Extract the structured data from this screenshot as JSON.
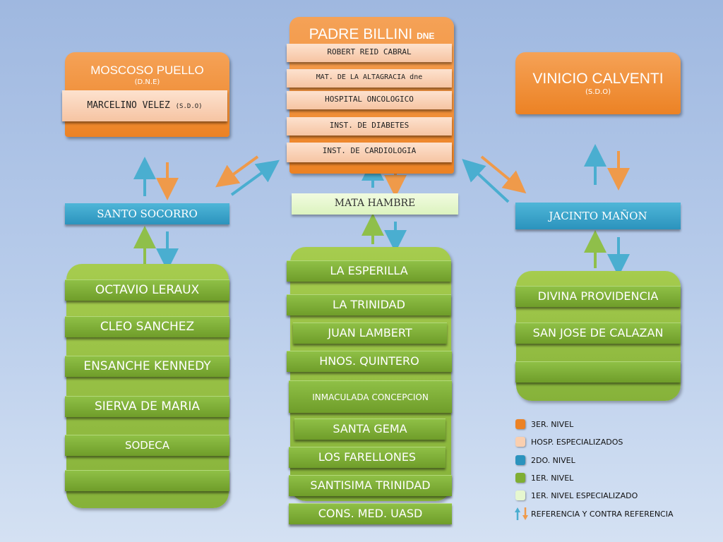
{
  "top": {
    "padre_billini": {
      "title": "PADRE BILLINI",
      "suffix": "DNE",
      "items": [
        "ROBERT REID CABRAL",
        "MAT. DE LA ALTAGRACIA dne",
        "HOSPITAL ONCOLOGICO",
        "INST. DE DIABETES",
        "INST. DE CARDIOLOGIA"
      ]
    },
    "moscoso_puello": {
      "title": "MOSCOSO PUELLO",
      "subtitle": "(D.N.E)",
      "item_main": "MARCELINO VELEZ",
      "item_suffix": "(S.D.O)"
    },
    "vinicio_calventi": {
      "title": "VINICIO CALVENTI",
      "subtitle": "(S.D.O)"
    }
  },
  "middle": {
    "santo_socorro": "SANTO SOCORRO",
    "mata_hambre": "MATA HAMBRE",
    "jacinto_manon": "JACINTO MAÑON"
  },
  "bottom": {
    "left": [
      "OCTAVIO LERAUX",
      "CLEO SANCHEZ",
      "ENSANCHE KENNEDY",
      "SIERVA DE MARIA",
      "SODECA",
      ""
    ],
    "center": [
      "LA ESPERILLA",
      "LA TRINIDAD",
      "JUAN  LAMBERT",
      "HNOS. QUINTERO",
      "INMACULADA CONCEPCION",
      "SANTA GEMA",
      "LOS FARELLONES",
      "SANTISIMA TRINIDAD",
      "CONS. MED. UASD"
    ],
    "right": [
      "DIVINA PROVIDENCIA",
      "SAN JOSE DE CALAZAN",
      ""
    ]
  },
  "legend": [
    {
      "label": "3ER. NIVEL",
      "color": "#ec8224"
    },
    {
      "label": "HOSP. ESPECIALIZADOS",
      "color": "#f9cfb0"
    },
    {
      "label": "2DO. NIVEL",
      "color": "#2b93bd"
    },
    {
      "label": "1ER. NIVEL",
      "color": "#7fae33"
    },
    {
      "label": "1ER. NIVEL ESPECIALIZADO",
      "color": "#e6f7cf"
    },
    {
      "label": "REFERENCIA Y CONTRA REFERENCIA",
      "color": ""
    }
  ],
  "colors": {
    "arrow_up": "#4aaed0",
    "arrow_down": "#ef9a4a",
    "arrow_up_green": "#8fbf4a"
  }
}
